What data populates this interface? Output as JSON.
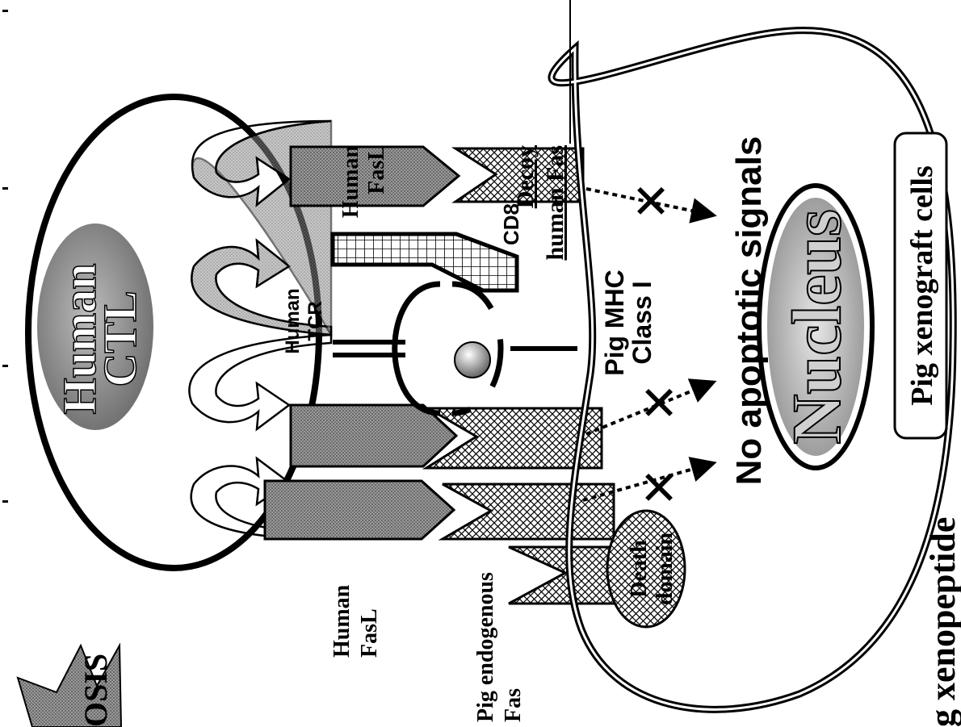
{
  "cell_labels": {
    "ctl_line1": "Human",
    "ctl_line2": "CTL",
    "nucleus": "Nucleus",
    "xenograft": "Pig xenograft cells",
    "death_domain_line1": "Death",
    "death_domain_line2": "domain"
  },
  "receptor_labels": {
    "fasl_left_line1": "Human",
    "fasl_left_line2": "FasL",
    "fasl_right_line1": "Human",
    "fasl_right_line2": "FasL",
    "pig_fas_line1": "Pig endogenous",
    "pig_fas_line2": "Fas",
    "decoy_line1": "Decoy",
    "decoy_line2": "human Fas",
    "tcr_line1": "Human",
    "tcr_line2": "TCR",
    "cd8": "CD8",
    "mhc_line1": "Pig MHC",
    "mhc_line2": "Class I"
  },
  "signal_labels": {
    "no_signals": "No apoptotic signals",
    "corner_fragment": "OSIS",
    "bottom_fragment": "g xenopeptide"
  },
  "colors": {
    "ink": "#000000",
    "nucleus_fill": "#a9a9a9",
    "ctl_fill": "#8c8c8c",
    "fasl_fill": "#8a8a8a",
    "arrow_fill": "#d6d6d6"
  }
}
